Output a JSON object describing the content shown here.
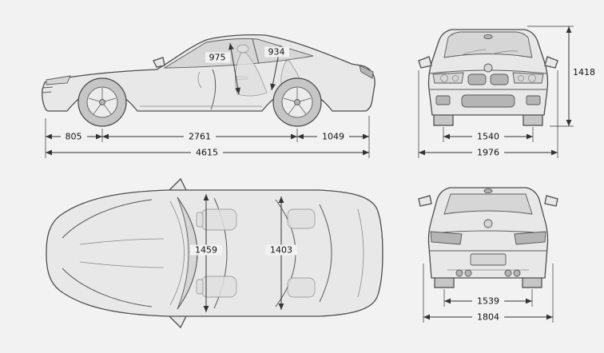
{
  "colors": {
    "line": "#333333",
    "body_fill": "#e8e8e8",
    "background": "#f2f2f2"
  },
  "dimensions": {
    "side": {
      "front_headroom": "975",
      "rear_headroom": "934",
      "front_overhang": "805",
      "wheelbase": "2761",
      "rear_overhang": "1049",
      "overall_length": "4615"
    },
    "front": {
      "overall_height": "1418",
      "track": "1540",
      "overall_width": "1976"
    },
    "top": {
      "front_interior_width": "1459",
      "rear_interior_width": "1403"
    },
    "rear": {
      "track": "1539",
      "body_width": "1804"
    }
  }
}
